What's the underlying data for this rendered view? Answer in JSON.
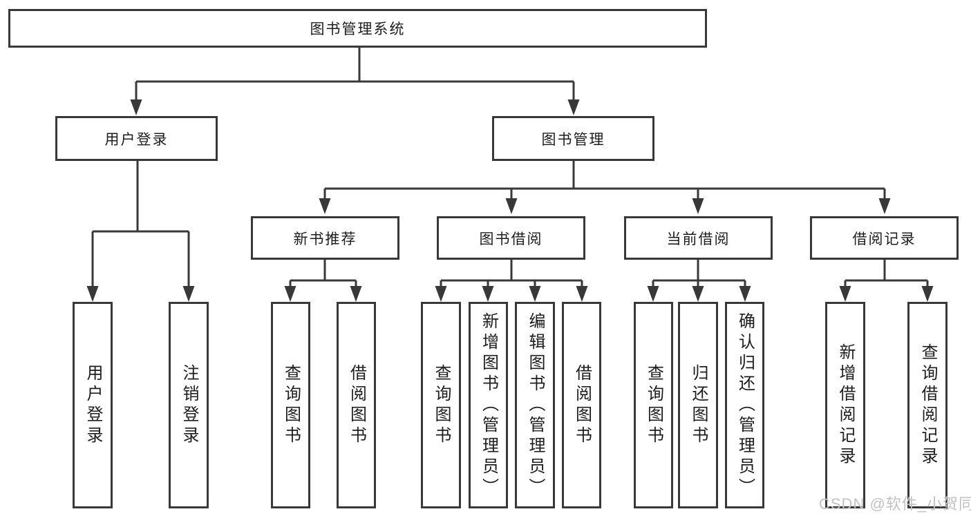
{
  "diagram": {
    "root": {
      "label": "图书管理系统"
    },
    "branches": [
      {
        "label": "用户登录",
        "children": [
          {
            "label": "用户登录"
          },
          {
            "label": "注销登录"
          }
        ]
      },
      {
        "label": "图书管理",
        "children": [
          {
            "label": "新书推荐",
            "children": [
              {
                "label": "查询图书"
              },
              {
                "label": "借阅图书"
              }
            ]
          },
          {
            "label": "图书借阅",
            "children": [
              {
                "label": "查询图书"
              },
              {
                "label": "新增图书（管理员）"
              },
              {
                "label": "编辑图书（管理员）"
              },
              {
                "label": "借阅图书"
              }
            ]
          },
          {
            "label": "当前借阅",
            "children": [
              {
                "label": "查询图书"
              },
              {
                "label": "归还图书"
              },
              {
                "label": "确认归还（管理员）"
              }
            ]
          },
          {
            "label": "借阅记录",
            "children": [
              {
                "label": "新增借阅记录"
              },
              {
                "label": "查询借阅记录"
              }
            ]
          }
        ]
      }
    ]
  },
  "watermark": {
    "text": "CSDN @软件_小贺同学"
  },
  "colors": {
    "line": "#383838",
    "text": "#1d1d1d",
    "box_background": "#ffffff",
    "watermark": "#c2c2c2"
  }
}
